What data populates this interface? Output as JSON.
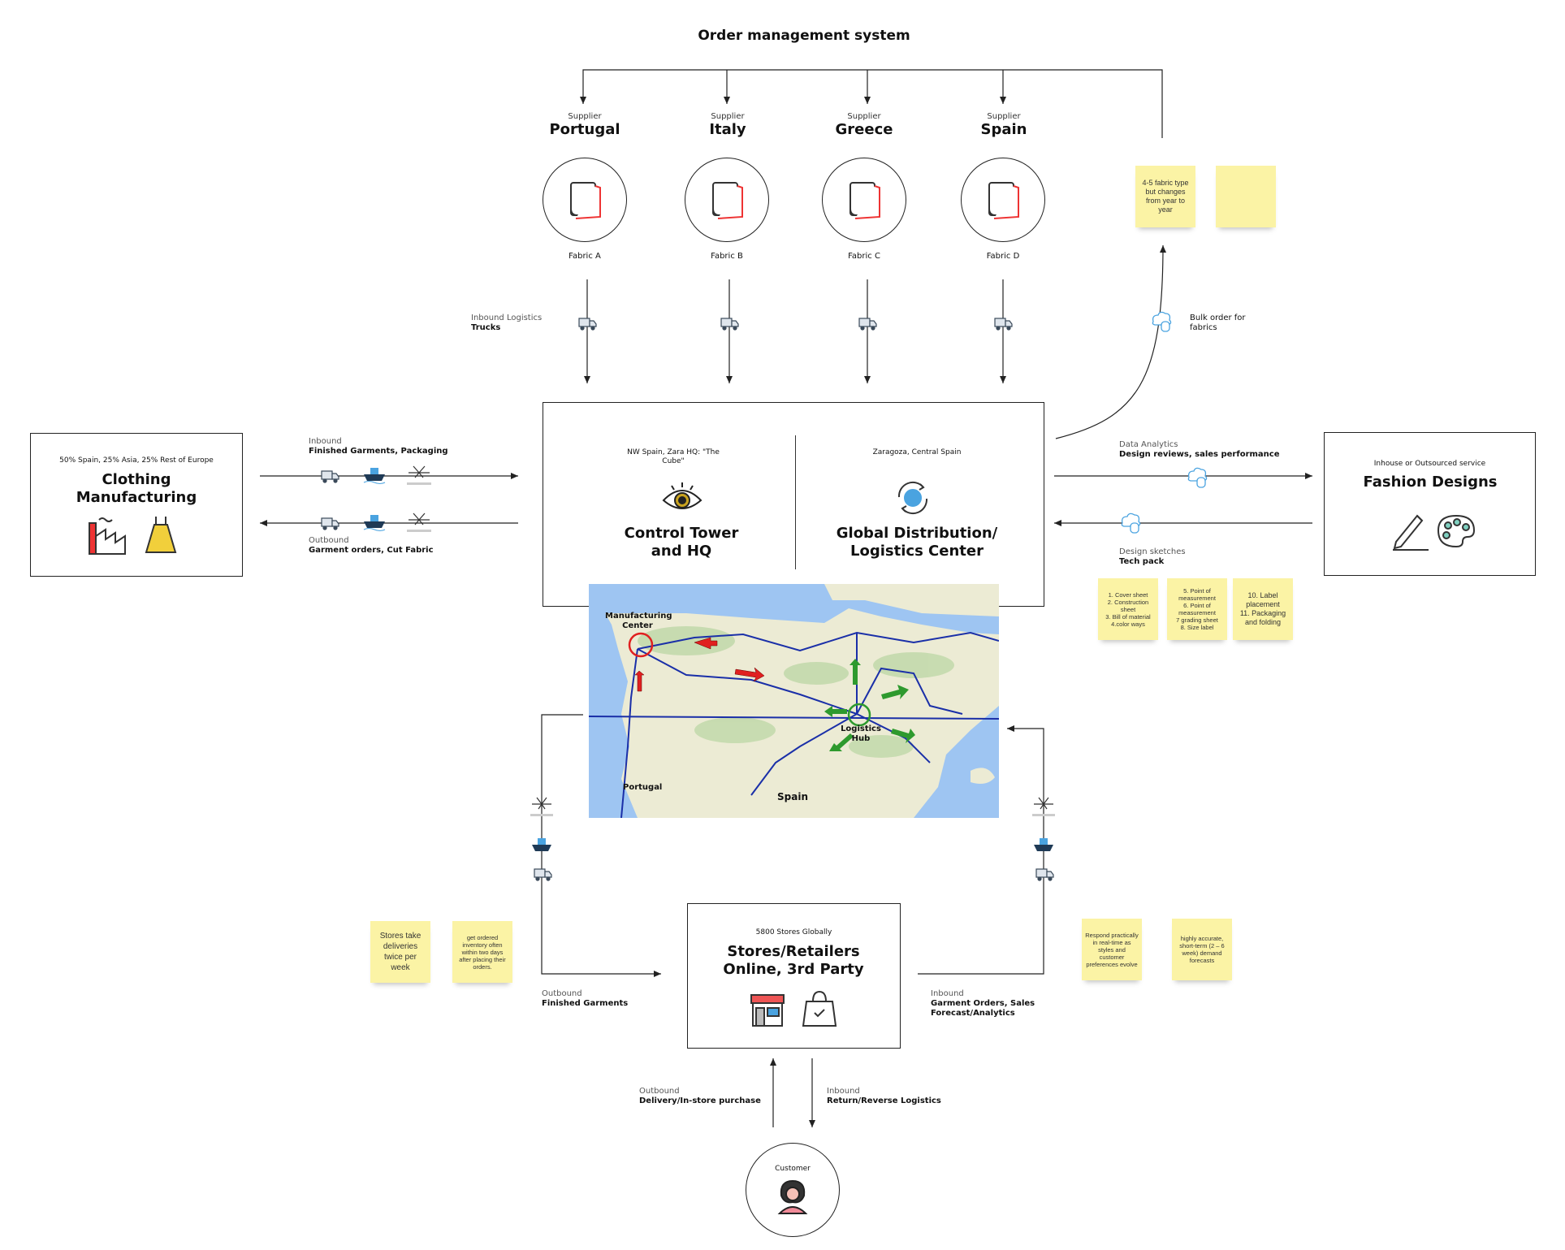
{
  "oms_title": "Order management system",
  "suppliers": [
    {
      "label": "Supplier",
      "country": "Portugal",
      "fabric": "Fabric A"
    },
    {
      "label": "Supplier",
      "country": "Italy",
      "fabric": "Fabric B"
    },
    {
      "label": "Supplier",
      "country": "Greece",
      "fabric": "Fabric C"
    },
    {
      "label": "Supplier",
      "country": "Spain",
      "fabric": "Fabric D"
    }
  ],
  "inbound_logistics": {
    "top": "Inbound Logistics",
    "bold": "Trucks"
  },
  "fabric_note": "4-5 fabric type but changes from year to year",
  "bulk_order": "Bulk order for fabrics",
  "manufacturing": {
    "sub": "50% Spain, 25% Asia, 25% Rest of Europe",
    "title": "Clothing Manufacturing"
  },
  "mfg_inbound": {
    "top": "Inbound",
    "bold": "Finished Garments, Packaging"
  },
  "mfg_outbound": {
    "top": "Outbound",
    "bold": "Garment orders, Cut Fabric"
  },
  "hq": {
    "control_sub": "NW Spain, Zara HQ: \"The Cube\"",
    "control_title": "Control Tower and HQ",
    "dist_sub": "Zaragoza, Central Spain",
    "dist_title": "Global Distribution/ Logistics Center"
  },
  "data_analytics": {
    "top": "Data Analytics",
    "bold": "Design reviews, sales performance"
  },
  "design_sketches": {
    "top": "Design sketches",
    "bold": "Tech pack"
  },
  "designs": {
    "sub": "Inhouse or Outsourced service",
    "title": "Fashion Designs"
  },
  "tech_notes": [
    "1. Cover sheet\n2. Construction sheet\n3. Bill of material\n4.color ways",
    "5. Point of measurement\n6. Point of measurement\n7 grading sheet\n8. Size label",
    "10. Label placement\n11. Packaging and folding"
  ],
  "map": {
    "manufacturing_center": "Manufacturing Center",
    "logistics_hub": "Logistics Hub",
    "portugal": "Portugal",
    "spain": "Spain"
  },
  "stores": {
    "sub": "5800 Stores Globally",
    "title": "Stores/Retailers Online, 3rd Party"
  },
  "stores_outbound": {
    "top": "Outbound",
    "bold": "Finished Garments"
  },
  "stores_inbound": {
    "top": "Inbound",
    "bold": "Garment Orders, Sales Forecast/Analytics"
  },
  "store_notes": [
    "Stores take deliveries twice per week",
    "get ordered inventory often within two days after placing their orders."
  ],
  "forecast_notes": [
    "Respond practically in real-time as styles and customer preferences evolve",
    "highly accurate, short-term (2 – 6 week) demand forecasts"
  ],
  "customer_outbound": {
    "top": "Outbound",
    "bold": "Delivery/In-store purchase"
  },
  "customer_inbound": {
    "top": "Inbound",
    "bold": "Return/Reverse Logistics"
  },
  "customer": "Customer",
  "colors": {
    "sticky": "#fbf3a5",
    "sea": "#9ec5f2",
    "land": "#ecebd4",
    "route": "#1a2fa8",
    "red_arrow": "#e02020",
    "green_arrow": "#2e9a2e"
  }
}
